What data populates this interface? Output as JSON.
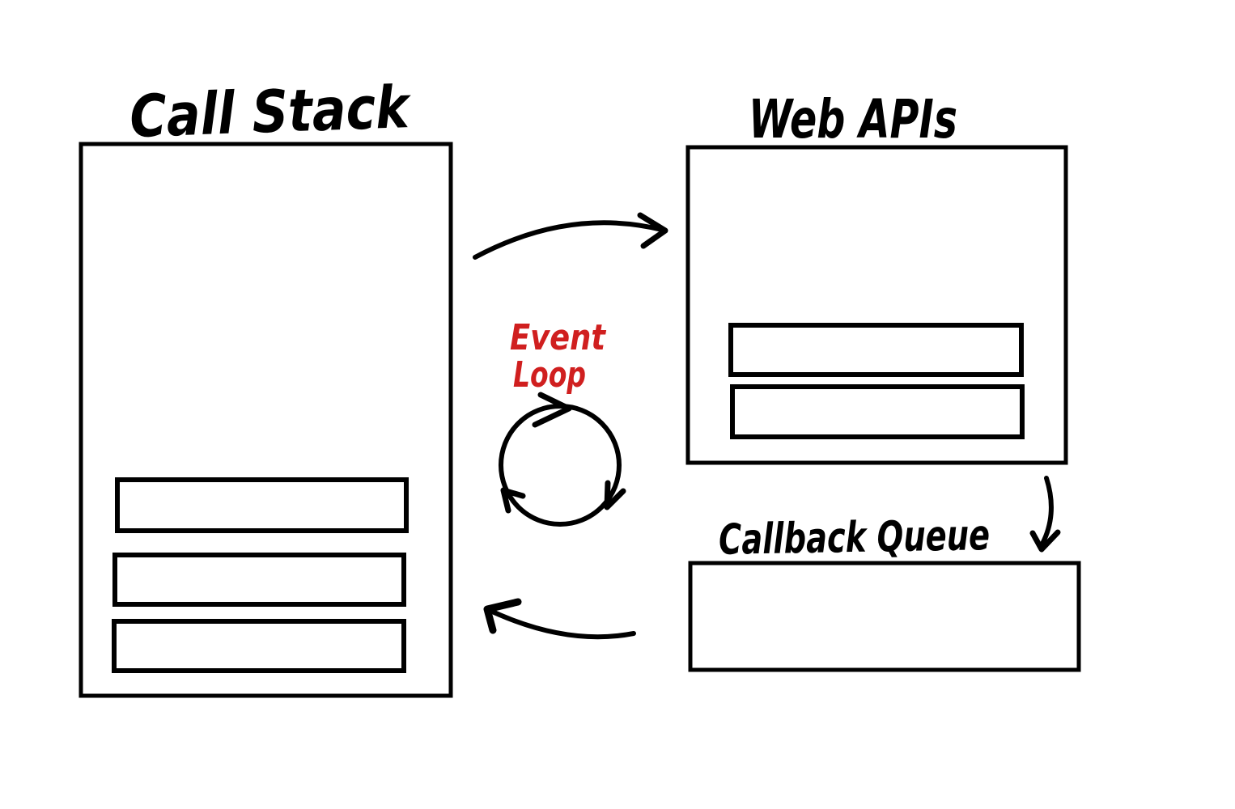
{
  "diagram": {
    "call_stack": {
      "title": "Call Stack",
      "frame_count": 3
    },
    "web_apis": {
      "title": "Web APIs",
      "task_count": 2
    },
    "event_loop": {
      "label_line1": "Event",
      "label_line2": "Loop",
      "direction": "clockwise"
    },
    "callback_queue": {
      "title": "Callback Queue"
    },
    "arrows": [
      "call-stack-to-web-apis",
      "web-apis-to-callback-queue",
      "callback-queue-to-call-stack"
    ]
  },
  "colors": {
    "ink": "#000000",
    "accent_red": "#d01f1f",
    "background": "#ffffff"
  }
}
